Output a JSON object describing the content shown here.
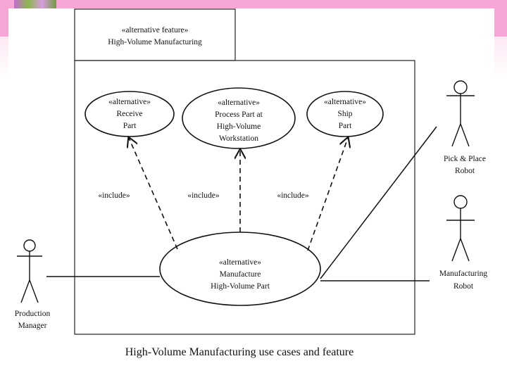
{
  "feature": {
    "stereotype": "«alternative feature»",
    "name": "High-Volume Manufacturing"
  },
  "use_cases": {
    "receive": [
      "«alternative»",
      "Receive",
      "Part"
    ],
    "process": [
      "«alternative»",
      "Process Part at",
      "High-Volume",
      "Workstation"
    ],
    "ship": [
      "«alternative»",
      "Ship",
      "Part"
    ],
    "manufacture": [
      "«alternative»",
      "Manufacture",
      "High-Volume Part"
    ]
  },
  "relations": {
    "include_left": "«include»",
    "include_mid": "«include»",
    "include_right": "«include»"
  },
  "actors": {
    "production_manager": [
      "Production",
      "Manager"
    ],
    "pick_place_robot": [
      "Pick & Place",
      "Robot"
    ],
    "manufacturing_robot": [
      "Manufacturing",
      "Robot"
    ]
  },
  "caption": "High-Volume Manufacturing use cases and feature"
}
